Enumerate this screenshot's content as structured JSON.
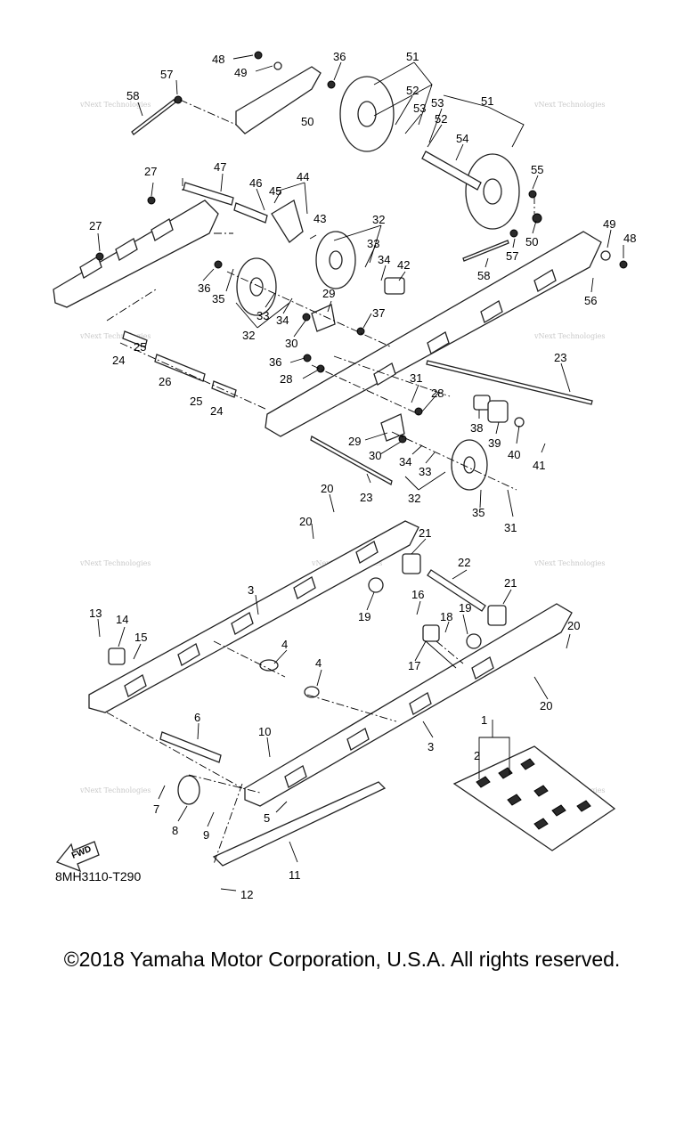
{
  "diagram": {
    "code": "8MH3110-T290",
    "fwd_label": "FWD",
    "watermark": "vNext Technologies",
    "copyright": "©2018 Yamaha Motor Corporation, U.S.A. All rights reserved.",
    "callouts": [
      "1",
      "2",
      "3",
      "4",
      "5",
      "6",
      "7",
      "8",
      "9",
      "10",
      "11",
      "12",
      "13",
      "14",
      "15",
      "16",
      "17",
      "18",
      "19",
      "20",
      "21",
      "22",
      "23",
      "24",
      "25",
      "26",
      "27",
      "28",
      "29",
      "30",
      "31",
      "32",
      "33",
      "34",
      "35",
      "36",
      "37",
      "38",
      "39",
      "40",
      "41",
      "42",
      "43",
      "44",
      "45",
      "46",
      "47",
      "48",
      "49",
      "50",
      "51",
      "52",
      "53",
      "54",
      "55",
      "56",
      "57",
      "58"
    ]
  }
}
